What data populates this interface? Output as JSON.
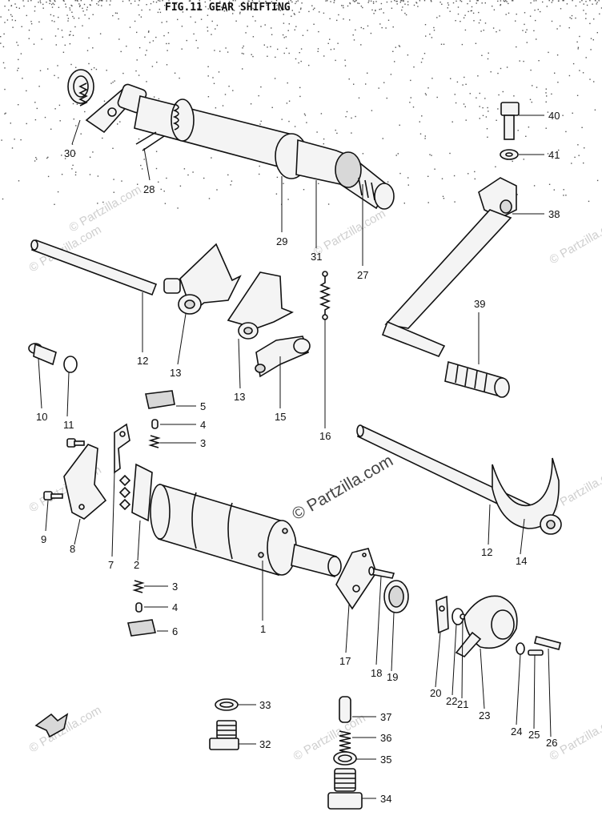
{
  "title": "FIG.11  GEAR SHIFTING",
  "watermark": "© Partzilla.com",
  "watermark_main": "© Partzilla.com",
  "callouts": [
    {
      "label": "30"
    },
    {
      "label": "28"
    },
    {
      "label": "29"
    },
    {
      "label": "31"
    },
    {
      "label": "27"
    },
    {
      "label": "40"
    },
    {
      "label": "41"
    },
    {
      "label": "38"
    },
    {
      "label": "39"
    },
    {
      "label": "12"
    },
    {
      "label": "13"
    },
    {
      "label": "13"
    },
    {
      "label": "15"
    },
    {
      "label": "16"
    },
    {
      "label": "10"
    },
    {
      "label": "11"
    },
    {
      "label": "5"
    },
    {
      "label": "4"
    },
    {
      "label": "3"
    },
    {
      "label": "9"
    },
    {
      "label": "8"
    },
    {
      "label": "7"
    },
    {
      "label": "2"
    },
    {
      "label": "3"
    },
    {
      "label": "4"
    },
    {
      "label": "6"
    },
    {
      "label": "1"
    },
    {
      "label": "12"
    },
    {
      "label": "14"
    },
    {
      "label": "17"
    },
    {
      "label": "18"
    },
    {
      "label": "19"
    },
    {
      "label": "20"
    },
    {
      "label": "22"
    },
    {
      "label": "21"
    },
    {
      "label": "23"
    },
    {
      "label": "24"
    },
    {
      "label": "25"
    },
    {
      "label": "26"
    },
    {
      "label": "33"
    },
    {
      "label": "32"
    },
    {
      "label": "37"
    },
    {
      "label": "36"
    },
    {
      "label": "35"
    },
    {
      "label": "34"
    }
  ]
}
